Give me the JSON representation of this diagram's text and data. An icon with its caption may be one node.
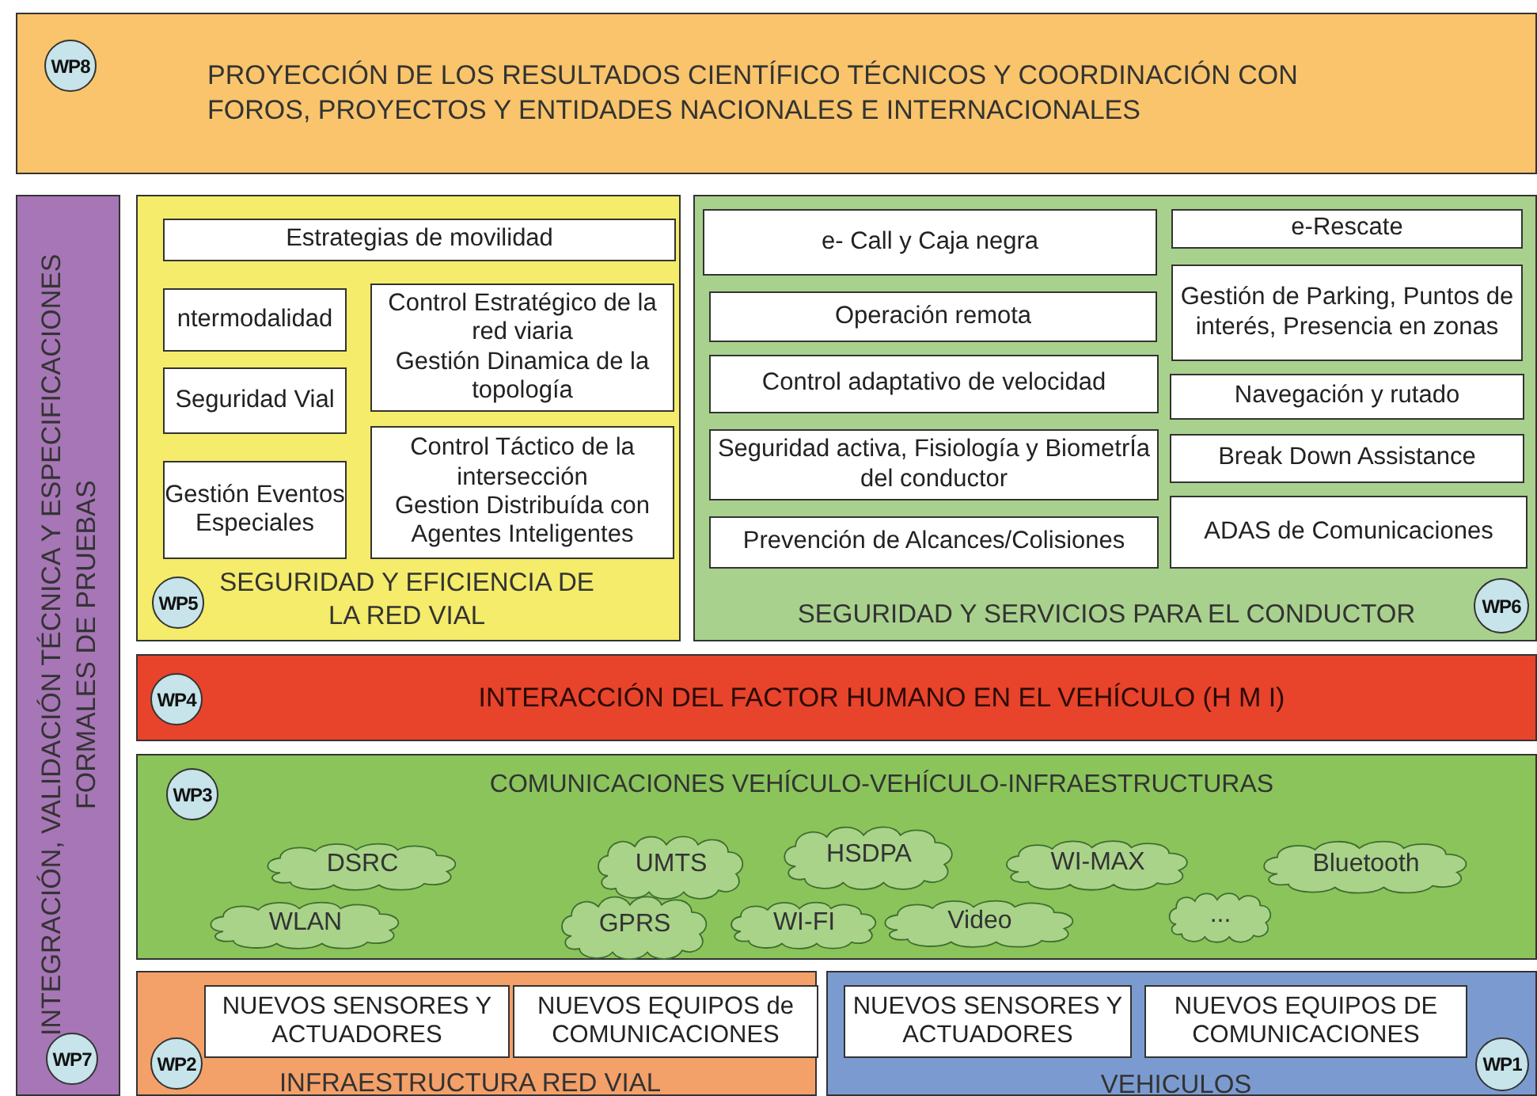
{
  "diagram": {
    "nodes": [
      {
        "text": [
          "PROYECCIÓN DE LOS RESULTADOS CIENTÍFICO TÉCNICOS Y COORDINACIÓN CON FOROS, PROYECTOS Y ENTIDADES NACIONALES E INTERNACIONALES"
        ]
      },
      {
        "text": [
          "WP8"
        ],
        "in": 0
      },
      {
        "text": [
          "INTEGRACIÓN, VALIDACIÓN TÉCNICA Y ESPECIFICACIONES FORMALES DE PRUEBAS"
        ]
      },
      {
        "text": [
          "WP7"
        ],
        "in": 2
      },
      {
        "text": [
          "SEGURIDAD Y EFICIENCIA DE LA RED VIAL"
        ]
      },
      {
        "text": [
          "Estrategias de movilidad"
        ],
        "in": 4
      },
      {
        "text": [
          "ntermodalidad"
        ],
        "in": 4
      },
      {
        "text": [
          "Control Estratégico de la red viaria",
          "Gestión Dinamica de la topología"
        ],
        "in": 4
      },
      {
        "text": [
          "Seguridad Vial"
        ],
        "in": 4
      },
      {
        "text": [
          "Control Táctico de la intersección",
          "Gestion Distribuída con Agentes Inteligentes"
        ],
        "in": 4
      },
      {
        "text": [
          "Gestión Eventos Especiales"
        ],
        "in": 4
      },
      {
        "text": [
          "WP5"
        ],
        "in": 4
      },
      {
        "text": [
          "SEGURIDAD Y SERVICIOS PARA EL CONDUCTOR"
        ]
      },
      {
        "text": [
          "e- Call y Caja negra"
        ],
        "in": 12
      },
      {
        "text": [
          "e-Rescate"
        ],
        "in": 12
      },
      {
        "text": [
          "Gestión de Parking, Puntos de interés, Presencia en zonas"
        ],
        "in": 12
      },
      {
        "text": [
          "Operación remota"
        ],
        "in": 12
      },
      {
        "text": [
          "Control adaptativo  de velocidad"
        ],
        "in": 12
      },
      {
        "text": [
          "Navegación y rutado"
        ],
        "in": 12
      },
      {
        "text": [
          "Seguridad activa, Fisiología y BiometrÍa del conductor"
        ],
        "in": 12
      },
      {
        "text": [
          "Break Down Assistance"
        ],
        "in": 12
      },
      {
        "text": [
          "Prevención de Alcances/Colisiones"
        ],
        "in": 12
      },
      {
        "text": [
          "ADAS de Comunicaciones"
        ],
        "in": 12
      },
      {
        "text": [
          "WP6"
        ],
        "in": 12
      },
      {
        "text": [
          "INTERACCIÓN DEL FACTOR HUMANO EN EL VEHÍCULO (H M I)"
        ]
      },
      {
        "text": [
          "WP4"
        ],
        "in": 24
      },
      {
        "text": [
          "COMUNICACIONES VEHÍCULO-VEHÍCULO-INFRAESTRUCTURAS"
        ]
      },
      {
        "text": [
          "WP3"
        ],
        "in": 26
      },
      {
        "text": [
          "DSRC"
        ],
        "in": 26
      },
      {
        "text": [
          "UMTS"
        ],
        "in": 26
      },
      {
        "text": [
          "HSDPA"
        ],
        "in": 26
      },
      {
        "text": [
          "WI-MAX"
        ],
        "in": 26
      },
      {
        "text": [
          "Bluetooth"
        ],
        "in": 26
      },
      {
        "text": [
          "WLAN"
        ],
        "in": 26
      },
      {
        "text": [
          "GPRS"
        ],
        "in": 26
      },
      {
        "text": [
          "WI-FI"
        ],
        "in": 26
      },
      {
        "text": [
          "Video"
        ],
        "in": 26
      },
      {
        "text": [
          "..."
        ],
        "in": 26
      },
      {
        "text": [
          "INFRAESTRUCTURA RED VIAL"
        ]
      },
      {
        "text": [
          "NUEVOS SENSORES Y ACTUADORES"
        ],
        "in": 38
      },
      {
        "text": [
          "NUEVOS EQUIPOS de COMUNICACIONES"
        ],
        "in": 38
      },
      {
        "text": [
          "WP2"
        ],
        "in": 38
      },
      {
        "text": [
          "VEHICULOS"
        ]
      },
      {
        "text": [
          "NUEVOS SENSORES Y ACTUADORES"
        ],
        "in": 42
      },
      {
        "text": [
          "NUEVOS EQUIPOS DE COMUNICACIONES"
        ],
        "in": 42
      },
      {
        "text": [
          "WP1"
        ],
        "in": 42
      }
    ]
  }
}
